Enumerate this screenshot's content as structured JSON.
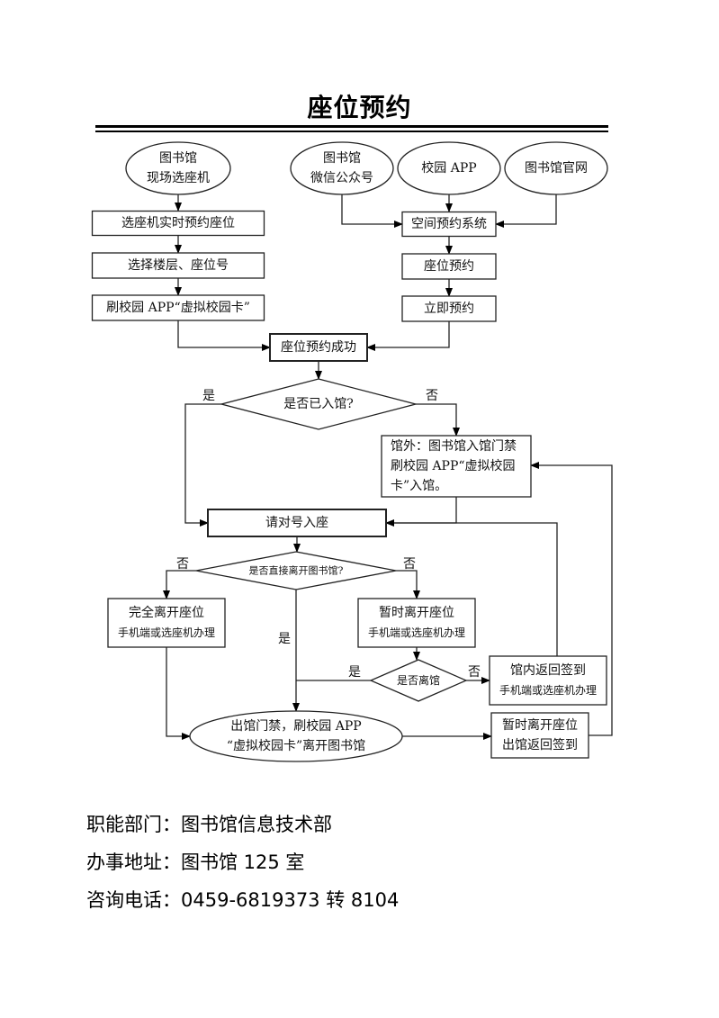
{
  "page": {
    "title": "座位预约"
  },
  "flowchart": {
    "nodes": {
      "kiosk": {
        "shape": "ellipse",
        "lines": [
          "图书馆",
          "现场选座机"
        ]
      },
      "wechat": {
        "shape": "ellipse",
        "lines": [
          "图书馆",
          "微信公众号"
        ]
      },
      "campus_app": {
        "shape": "ellipse",
        "lines": [
          "校园 APP"
        ]
      },
      "library_website": {
        "shape": "ellipse",
        "lines": [
          "图书馆官网"
        ]
      },
      "kiosk_reserve": {
        "shape": "box",
        "lines": [
          "选座机实时预约座位"
        ]
      },
      "choose_floor": {
        "shape": "box",
        "lines": [
          "选择楼层、座位号"
        ]
      },
      "swipe_card": {
        "shape": "box",
        "lines": [
          "刷校园 APP“虚拟校园卡”"
        ]
      },
      "space_system": {
        "shape": "box",
        "lines": [
          "空间预约系统"
        ]
      },
      "seat_reserve": {
        "shape": "box",
        "lines": [
          "座位预约"
        ]
      },
      "reserve_now": {
        "shape": "box",
        "lines": [
          "立即预约"
        ]
      },
      "reserve_success": {
        "shape": "box",
        "lines": [
          "座位预约成功"
        ]
      },
      "entered_check": {
        "shape": "diamond",
        "lines": [
          "是否已入馆?"
        ]
      },
      "outside_entry": {
        "shape": "box",
        "lines": [
          "馆外：图书馆入馆门禁",
          "刷校园 APP“虚拟校园",
          "卡”入馆。"
        ]
      },
      "take_seat": {
        "shape": "box",
        "lines": [
          "请对号入座"
        ]
      },
      "leave_check": {
        "shape": "diamond",
        "lines": [
          "是否直接离开图书馆?"
        ]
      },
      "leave_seat_full": {
        "shape": "box",
        "lines": [
          "完全离开座位",
          "手机端或选座机办理"
        ]
      },
      "leave_seat_temp": {
        "shape": "box",
        "lines": [
          "暂时离开座位",
          "手机端或选座机办理"
        ]
      },
      "leave_library_check": {
        "shape": "diamond",
        "lines": [
          "是否离馆"
        ]
      },
      "return_inside": {
        "shape": "box",
        "lines": [
          "馆内返回签到",
          "手机端或选座机办理"
        ]
      },
      "exit_gate": {
        "shape": "ellipse",
        "lines": [
          "出馆门禁，刷校园 APP",
          "“虚拟校园卡”离开图书馆"
        ]
      },
      "temp_leave_return": {
        "shape": "box",
        "lines": [
          "暂时离开座位",
          "出馆返回签到"
        ]
      }
    },
    "edge_labels": {
      "entered_yes": "是",
      "entered_no": "否",
      "leave_direct_no_left": "否",
      "leave_direct_no_right": "否",
      "leave_direct_yes": "是",
      "leave_library_yes": "是",
      "leave_library_no": "否"
    }
  },
  "info": {
    "department": "职能部门：图书馆信息技术部",
    "address": "办事地址：图书馆 125 室",
    "phone": "咨询电话：0459-6819373 转 8104"
  }
}
